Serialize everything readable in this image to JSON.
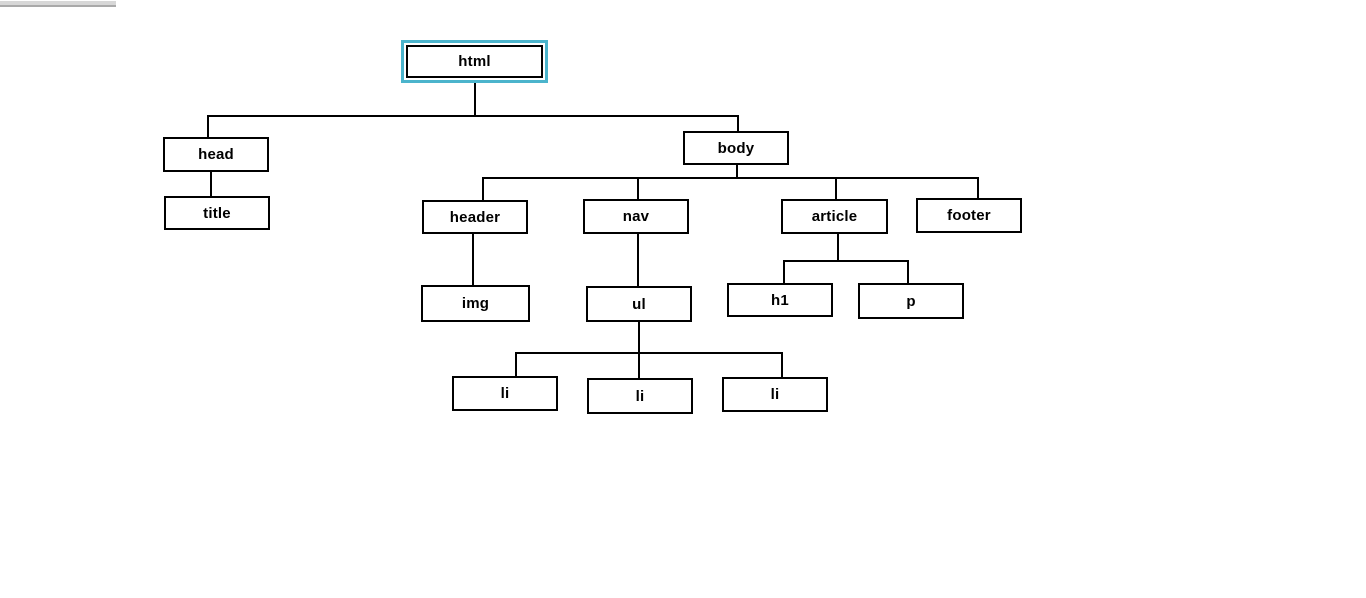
{
  "diagram": {
    "selected_node": "html",
    "nodes": [
      {
        "id": "html",
        "label": "html",
        "selected": true
      },
      {
        "id": "head",
        "label": "head",
        "selected": false
      },
      {
        "id": "title",
        "label": "title",
        "selected": false
      },
      {
        "id": "body",
        "label": "body",
        "selected": false
      },
      {
        "id": "header",
        "label": "header",
        "selected": false
      },
      {
        "id": "nav",
        "label": "nav",
        "selected": false
      },
      {
        "id": "article",
        "label": "article",
        "selected": false
      },
      {
        "id": "footer",
        "label": "footer",
        "selected": false
      },
      {
        "id": "img",
        "label": "img",
        "selected": false
      },
      {
        "id": "ul",
        "label": "ul",
        "selected": false
      },
      {
        "id": "h1",
        "label": "h1",
        "selected": false
      },
      {
        "id": "p",
        "label": "p",
        "selected": false
      },
      {
        "id": "li-1",
        "label": "li",
        "selected": false
      },
      {
        "id": "li-2",
        "label": "li",
        "selected": false
      },
      {
        "id": "li-3",
        "label": "li",
        "selected": false
      }
    ],
    "edges": [
      {
        "from": "html",
        "to": "head"
      },
      {
        "from": "html",
        "to": "body"
      },
      {
        "from": "head",
        "to": "title"
      },
      {
        "from": "body",
        "to": "header"
      },
      {
        "from": "body",
        "to": "nav"
      },
      {
        "from": "body",
        "to": "article"
      },
      {
        "from": "body",
        "to": "footer"
      },
      {
        "from": "header",
        "to": "img"
      },
      {
        "from": "nav",
        "to": "ul"
      },
      {
        "from": "article",
        "to": "h1"
      },
      {
        "from": "article",
        "to": "p"
      },
      {
        "from": "ul",
        "to": "li-1"
      },
      {
        "from": "ul",
        "to": "li-2"
      },
      {
        "from": "ul",
        "to": "li-3"
      }
    ],
    "colors": {
      "node_border": "#000000",
      "node_fill": "#ffffff",
      "text": "#000000",
      "connector": "#000000",
      "selection_outline": "#4bb4cc",
      "canvas_background": "#ffffff",
      "scrollbar_fragment": "#d7d7d7"
    }
  }
}
